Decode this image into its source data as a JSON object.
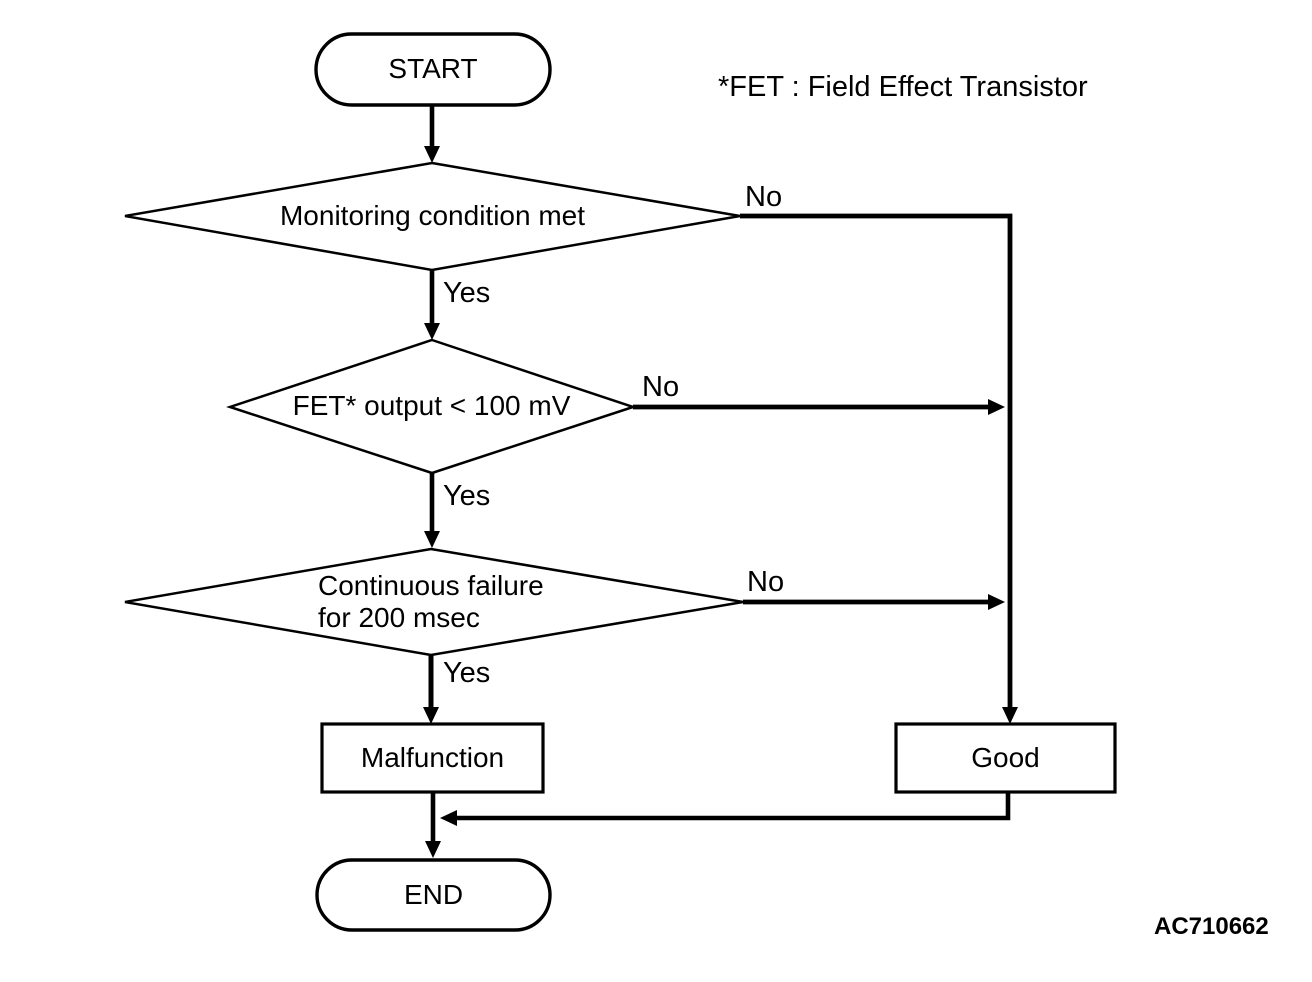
{
  "diagram": {
    "note": "*FET : Field Effect Transistor",
    "figure_code": "AC710662",
    "colors": {
      "line": "#000000",
      "background": "#ffffff"
    },
    "nodes": {
      "start": {
        "label": "START",
        "type": "terminator"
      },
      "decision_monitoring": {
        "label": "Monitoring condition met",
        "type": "decision"
      },
      "decision_fet_output": {
        "label": "FET* output < 100 mV",
        "type": "decision"
      },
      "decision_continuous_failure": {
        "line1": "Continuous failure",
        "line2": "for 200 msec",
        "type": "decision"
      },
      "malfunction": {
        "label": "Malfunction",
        "type": "process"
      },
      "good": {
        "label": "Good",
        "type": "process"
      },
      "end": {
        "label": "END",
        "type": "terminator"
      }
    },
    "edges": {
      "monitoring_yes": "Yes",
      "monitoring_no": "No",
      "fet_yes": "Yes",
      "fet_no": "No",
      "failure_yes": "Yes",
      "failure_no": "No"
    }
  }
}
